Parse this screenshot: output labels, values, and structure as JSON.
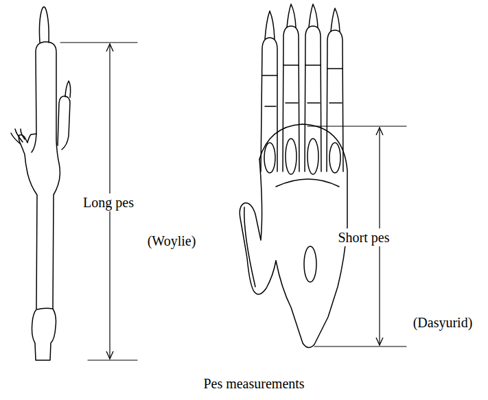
{
  "diagram": {
    "caption": "Pes measurements",
    "labels": [
      "Long pes",
      "(Woylie)",
      "Short pes",
      "(Dasyurid)"
    ]
  }
}
